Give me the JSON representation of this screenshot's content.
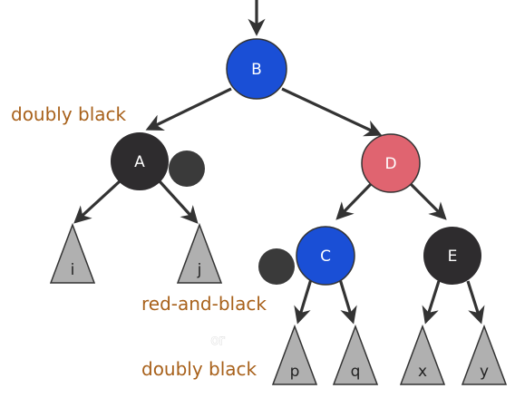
{
  "colors": {
    "blue_node": "#1a4fd6",
    "red_node": "#e06470",
    "black_node": "#2e2c2e",
    "extra_black": "#3a3a3a",
    "leaf_triangle": "#b0b0b0",
    "annotation_text": "#a8611b",
    "edge": "#333333"
  },
  "nodes": {
    "b": "B",
    "a": "A",
    "d": "D",
    "c": "C",
    "e": "E"
  },
  "leaves": {
    "i": "i",
    "j": "j",
    "p": "p",
    "q": "q",
    "x": "x",
    "y": "y"
  },
  "annotations": {
    "doubly_black_a": "doubly black",
    "red_and_black": "red-and-black",
    "or": "or",
    "doubly_black_c": "doubly black"
  }
}
